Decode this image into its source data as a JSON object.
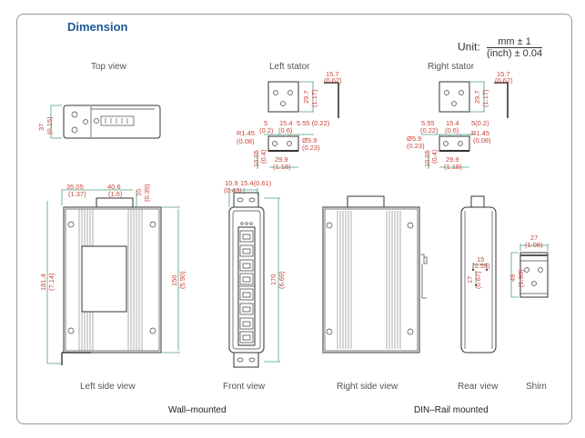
{
  "section_title": "Dimension",
  "unit": {
    "label": "Unit:",
    "numerator": "mm ± 1",
    "denominator": "(inch) ± 0.04"
  },
  "views": {
    "top": "Top view",
    "left_stator": "Left stator",
    "right_stator": "Right stator",
    "left_side": "Left side view",
    "front": "Front view",
    "right_side": "Right side view",
    "rear": "Rear view",
    "shim": "Shim"
  },
  "groups": {
    "wall": "Wall–mounted",
    "din": "DIN–Rail mounted"
  },
  "dims": {
    "top_h": "37",
    "top_h_in": "(0.15)",
    "ls_thick": "15.7",
    "ls_thick_in": "(0.62)",
    "ls_h": "29.7",
    "ls_h_in": "(1.17)",
    "ls_a": "5",
    "ls_a_in": "(0.2)",
    "ls_b": "15.4",
    "ls_b_in": "(0.6)",
    "ls_c": "5.55 (0.22)",
    "ls_r": "R1.45",
    "ls_r_in": "(0.08)",
    "ls_hole": "Ø5.9",
    "ls_hole_in": "(0.23)",
    "ls_v": "10.05",
    "ls_v_in": "(0.4)",
    "ls_w": "29.9",
    "ls_w_in": "(1.18)",
    "rs_thick": "15.7",
    "rs_thick_in": "(0.62)",
    "rs_h": "29.7",
    "rs_h_in": "(1.17)",
    "rs_a": "5.55",
    "rs_a_in": "(0.22)",
    "rs_b": "15.4",
    "rs_b_in": "(0.6)",
    "rs_c": "5(0.2)",
    "rs_r": "R1.45",
    "rs_r_in": "(0.08)",
    "rs_hole": "Ø5.9",
    "rs_hole_in": "(0.23)",
    "rs_v": "10.05",
    "rs_v_in": "(0.4)",
    "rs_w": "29.9",
    "rs_w_in": "(1.18)",
    "lsv_a": "35.05",
    "lsv_a_in": "(1.37)",
    "lsv_b": "40.6",
    "lsv_b_in": "(1.6)",
    "lsv_c": "10",
    "lsv_c_in": "(0.39)",
    "lsv_total": "181.4",
    "lsv_total_in": "(7.14)",
    "lsv_h": "150",
    "lsv_h_in": "(5.90)",
    "fv_a": "10.9",
    "fv_a_in": "(0.43)",
    "fv_b": "15.4(0.61)",
    "fv_h": "170",
    "fv_h_in": "(6.69)",
    "rv_w": "15",
    "rv_w_in": "(0.59)",
    "rv_h": "17",
    "rv_h_in": "(0.67)",
    "shim_w": "27",
    "shim_w_in": "(1.06)",
    "shim_h": "49",
    "shim_h_in": "(1.93)"
  }
}
